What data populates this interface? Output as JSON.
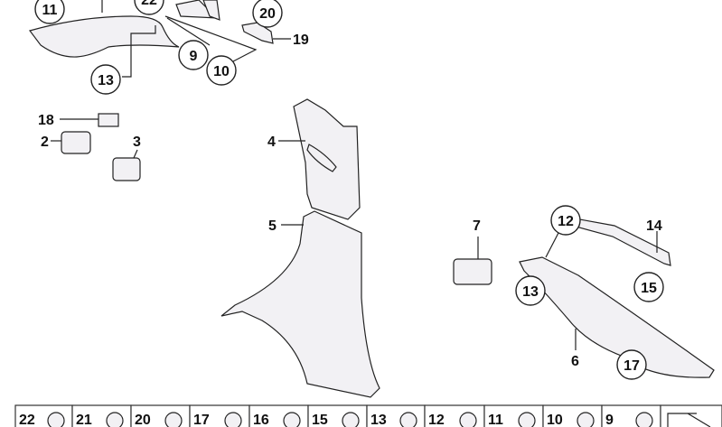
{
  "diagram": {
    "callouts_circled": [
      "11",
      "22",
      "20",
      "9",
      "10",
      "13",
      "12",
      "13",
      "15",
      "17"
    ],
    "callouts_plain": [
      "19",
      "18",
      "2",
      "3",
      "4",
      "5",
      "7",
      "14",
      "6"
    ],
    "legend_strip": [
      "22",
      "21",
      "20",
      "17",
      "16",
      "15",
      "13",
      "12",
      "11",
      "10",
      "9"
    ]
  },
  "colors": {
    "line": "#222222",
    "part_fill": "#f2f1f4"
  }
}
